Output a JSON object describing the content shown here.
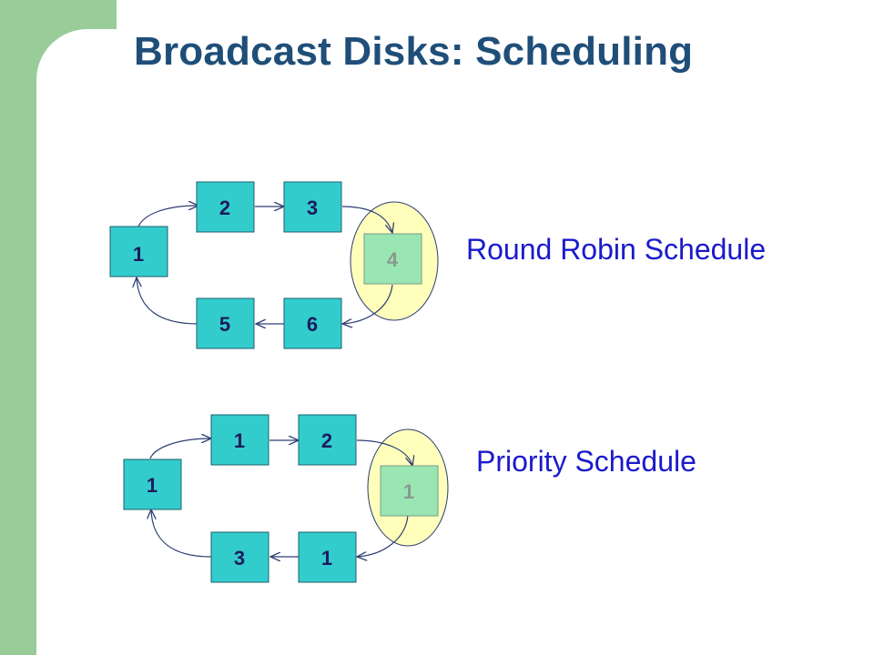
{
  "slide": {
    "title": "Broadcast Disks: Scheduling"
  },
  "colors": {
    "sidebar": "#99cc99",
    "title": "#1f4e79",
    "box_fill": "#33cccc",
    "highlight_box_fill": "#99e6b3",
    "highlight_ellipse_fill": "#ffffbb",
    "label_text": "#1a1acc",
    "arrow": "#2d3e73"
  },
  "schedules": [
    {
      "label": "Round Robin Schedule",
      "boxes": [
        "1",
        "2",
        "3",
        "4",
        "6",
        "5"
      ],
      "highlighted": "4"
    },
    {
      "label": "Priority Schedule",
      "boxes": [
        "1",
        "1",
        "2",
        "1",
        "1",
        "3"
      ],
      "highlighted": "1"
    }
  ]
}
